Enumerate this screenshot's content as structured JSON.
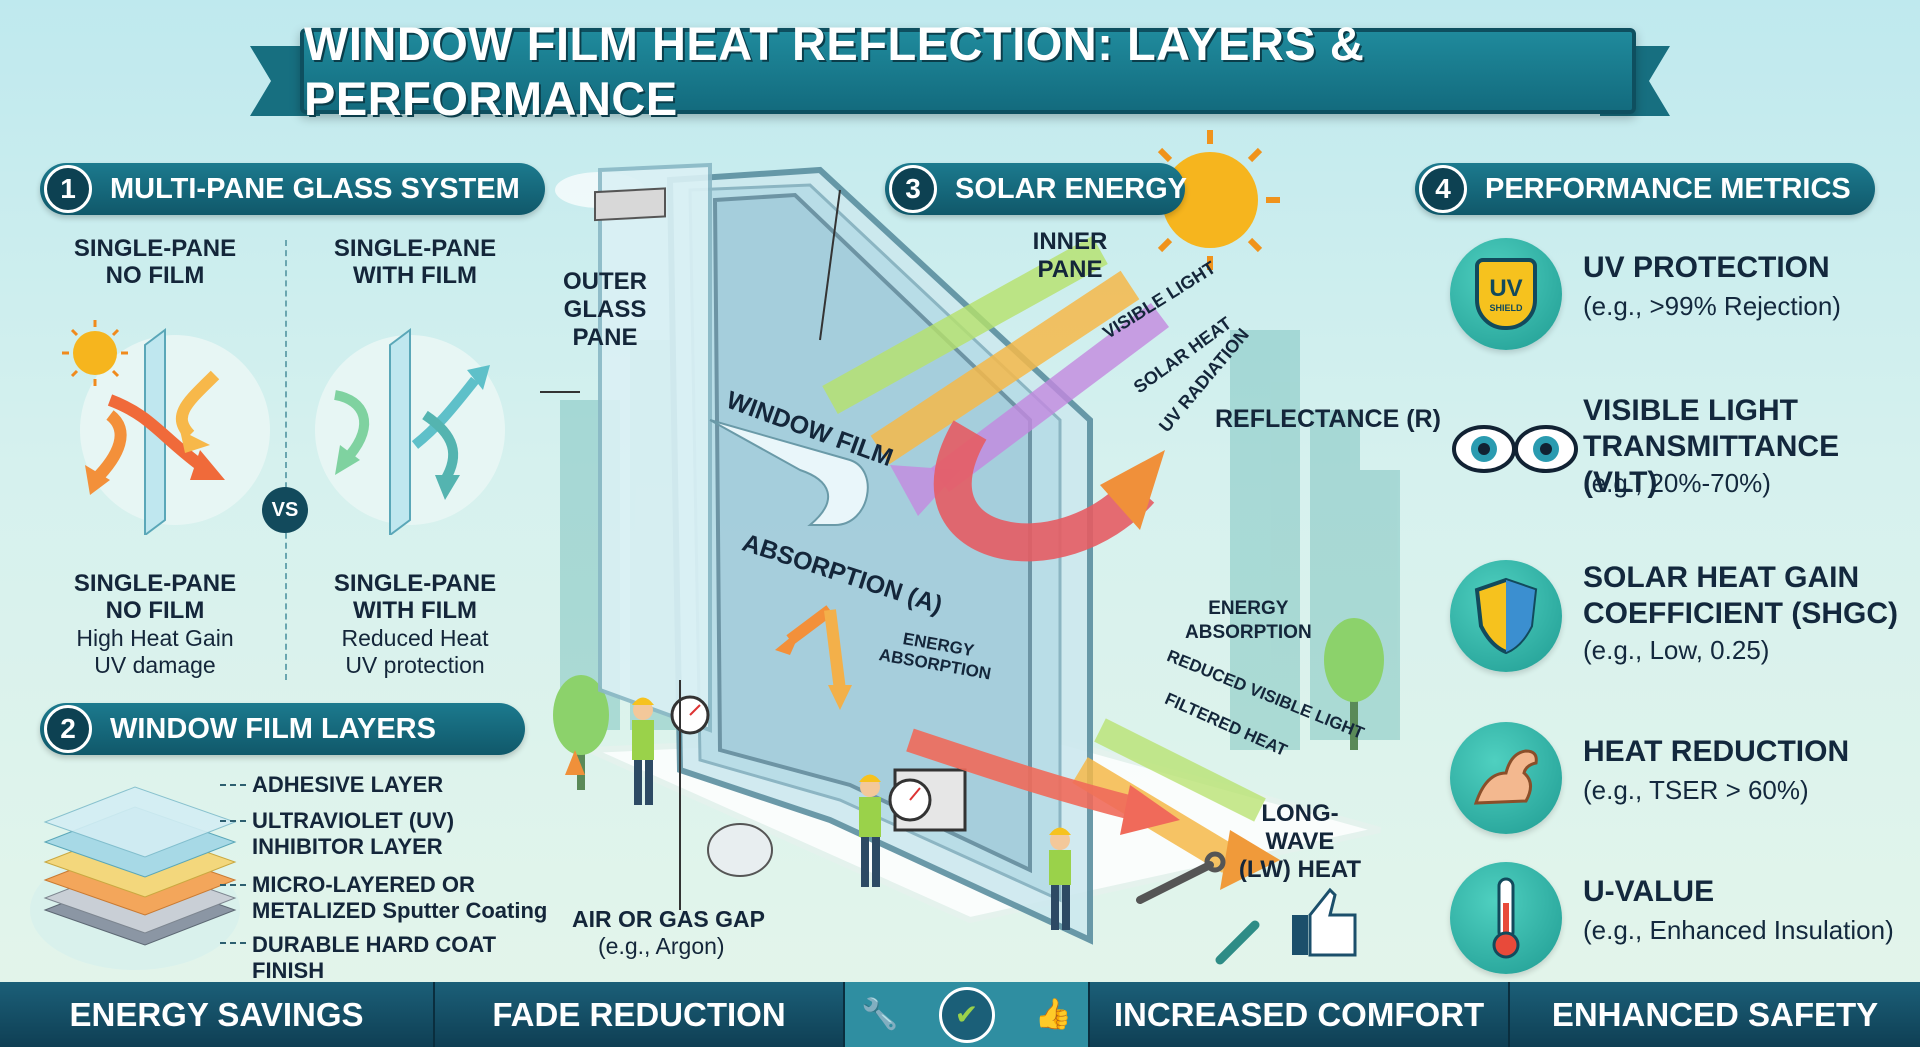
{
  "title": "WINDOW FILM HEAT REFLECTION: LAYERS & PERFORMANCE",
  "sections": {
    "s1": {
      "num": "1",
      "label": "MULTI-PANE GLASS SYSTEM"
    },
    "s2": {
      "num": "2",
      "label": "WINDOW FILM LAYERS"
    },
    "s3": {
      "num": "3",
      "label": "SOLAR ENERGY"
    },
    "s4": {
      "num": "4",
      "label": "PERFORMANCE METRICS"
    }
  },
  "comparison": {
    "left_top": "SINGLE-PANE\nNO FILM",
    "right_top": "SINGLE-PANE\nWITH FILM",
    "vs": "VS",
    "left_bottom_title": "SINGLE-PANE\nNO FILM",
    "left_bottom_sub1": "High Heat Gain",
    "left_bottom_sub2": "UV damage",
    "right_bottom_title": "SINGLE-PANE\nWITH FILM",
    "right_bottom_sub1": "Reduced Heat",
    "right_bottom_sub2": "UV protection"
  },
  "layers": [
    "ADHESIVE LAYER",
    "ULTRAVIOLET (UV)\nINHIBITOR LAYER",
    "MICRO-LAYERED OR\nMETALIZED Sputter Coating",
    "DURABLE HARD COAT FINISH"
  ],
  "diagram": {
    "outer_glass": "OUTER\nGLASS\nPANE",
    "inner_pane": "INNER\nPANE",
    "window_film": "WINDOW FILM",
    "absorption": "ABSORPTION (A)",
    "energy_absorption_left": "ENERGY\nABSORPTION",
    "visible_light": "VISIBLE LIGHT",
    "solar_heat": "SOLAR HEAT",
    "uv_radiation": "UV RADIATION",
    "reflectance": "REFLECTANCE (R)",
    "energy_absorption_right": "ENERGY\nABSORPTION",
    "reduced_visible_light": "REDUCED VISIBLE LIGHT",
    "filtered_heat": "FILTERED HEAT",
    "long_wave": "LONG-WAVE\n(LW) HEAT",
    "air_gap_title": "AIR OR GAS GAP",
    "air_gap_sub": "(e.g., Argon)"
  },
  "metrics": [
    {
      "title": "UV PROTECTION",
      "sub": "(e.g., >99% Rejection)",
      "icon": "uv-shield-icon",
      "badge_top": "UV",
      "badge_bottom": "SHIELD"
    },
    {
      "title": "VISIBLE LIGHT\nTRANSMITTANCE (VLT)",
      "sub": "(e.g., 20%-70%)",
      "icon": "eyes-icon"
    },
    {
      "title": "SOLAR HEAT GAIN\nCOEFFICIENT (SHGC)",
      "sub": "(e.g., Low, 0.25)",
      "icon": "shield-icon"
    },
    {
      "title": "HEAT REDUCTION",
      "sub": "(e.g., TSER > 60%)",
      "icon": "flexed-arm-icon"
    },
    {
      "title": "U-VALUE",
      "sub": "(e.g., Enhanced Insulation)",
      "icon": "thermometer-icon"
    }
  ],
  "footer": [
    "ENERGY SAVINGS",
    "FADE REDUCTION",
    "INCREASED COMFORT",
    "ENHANCED SAFETY"
  ],
  "colors": {
    "accent": "#136b7e",
    "footer": "#0f3f54",
    "sun": "#f6b51e"
  }
}
